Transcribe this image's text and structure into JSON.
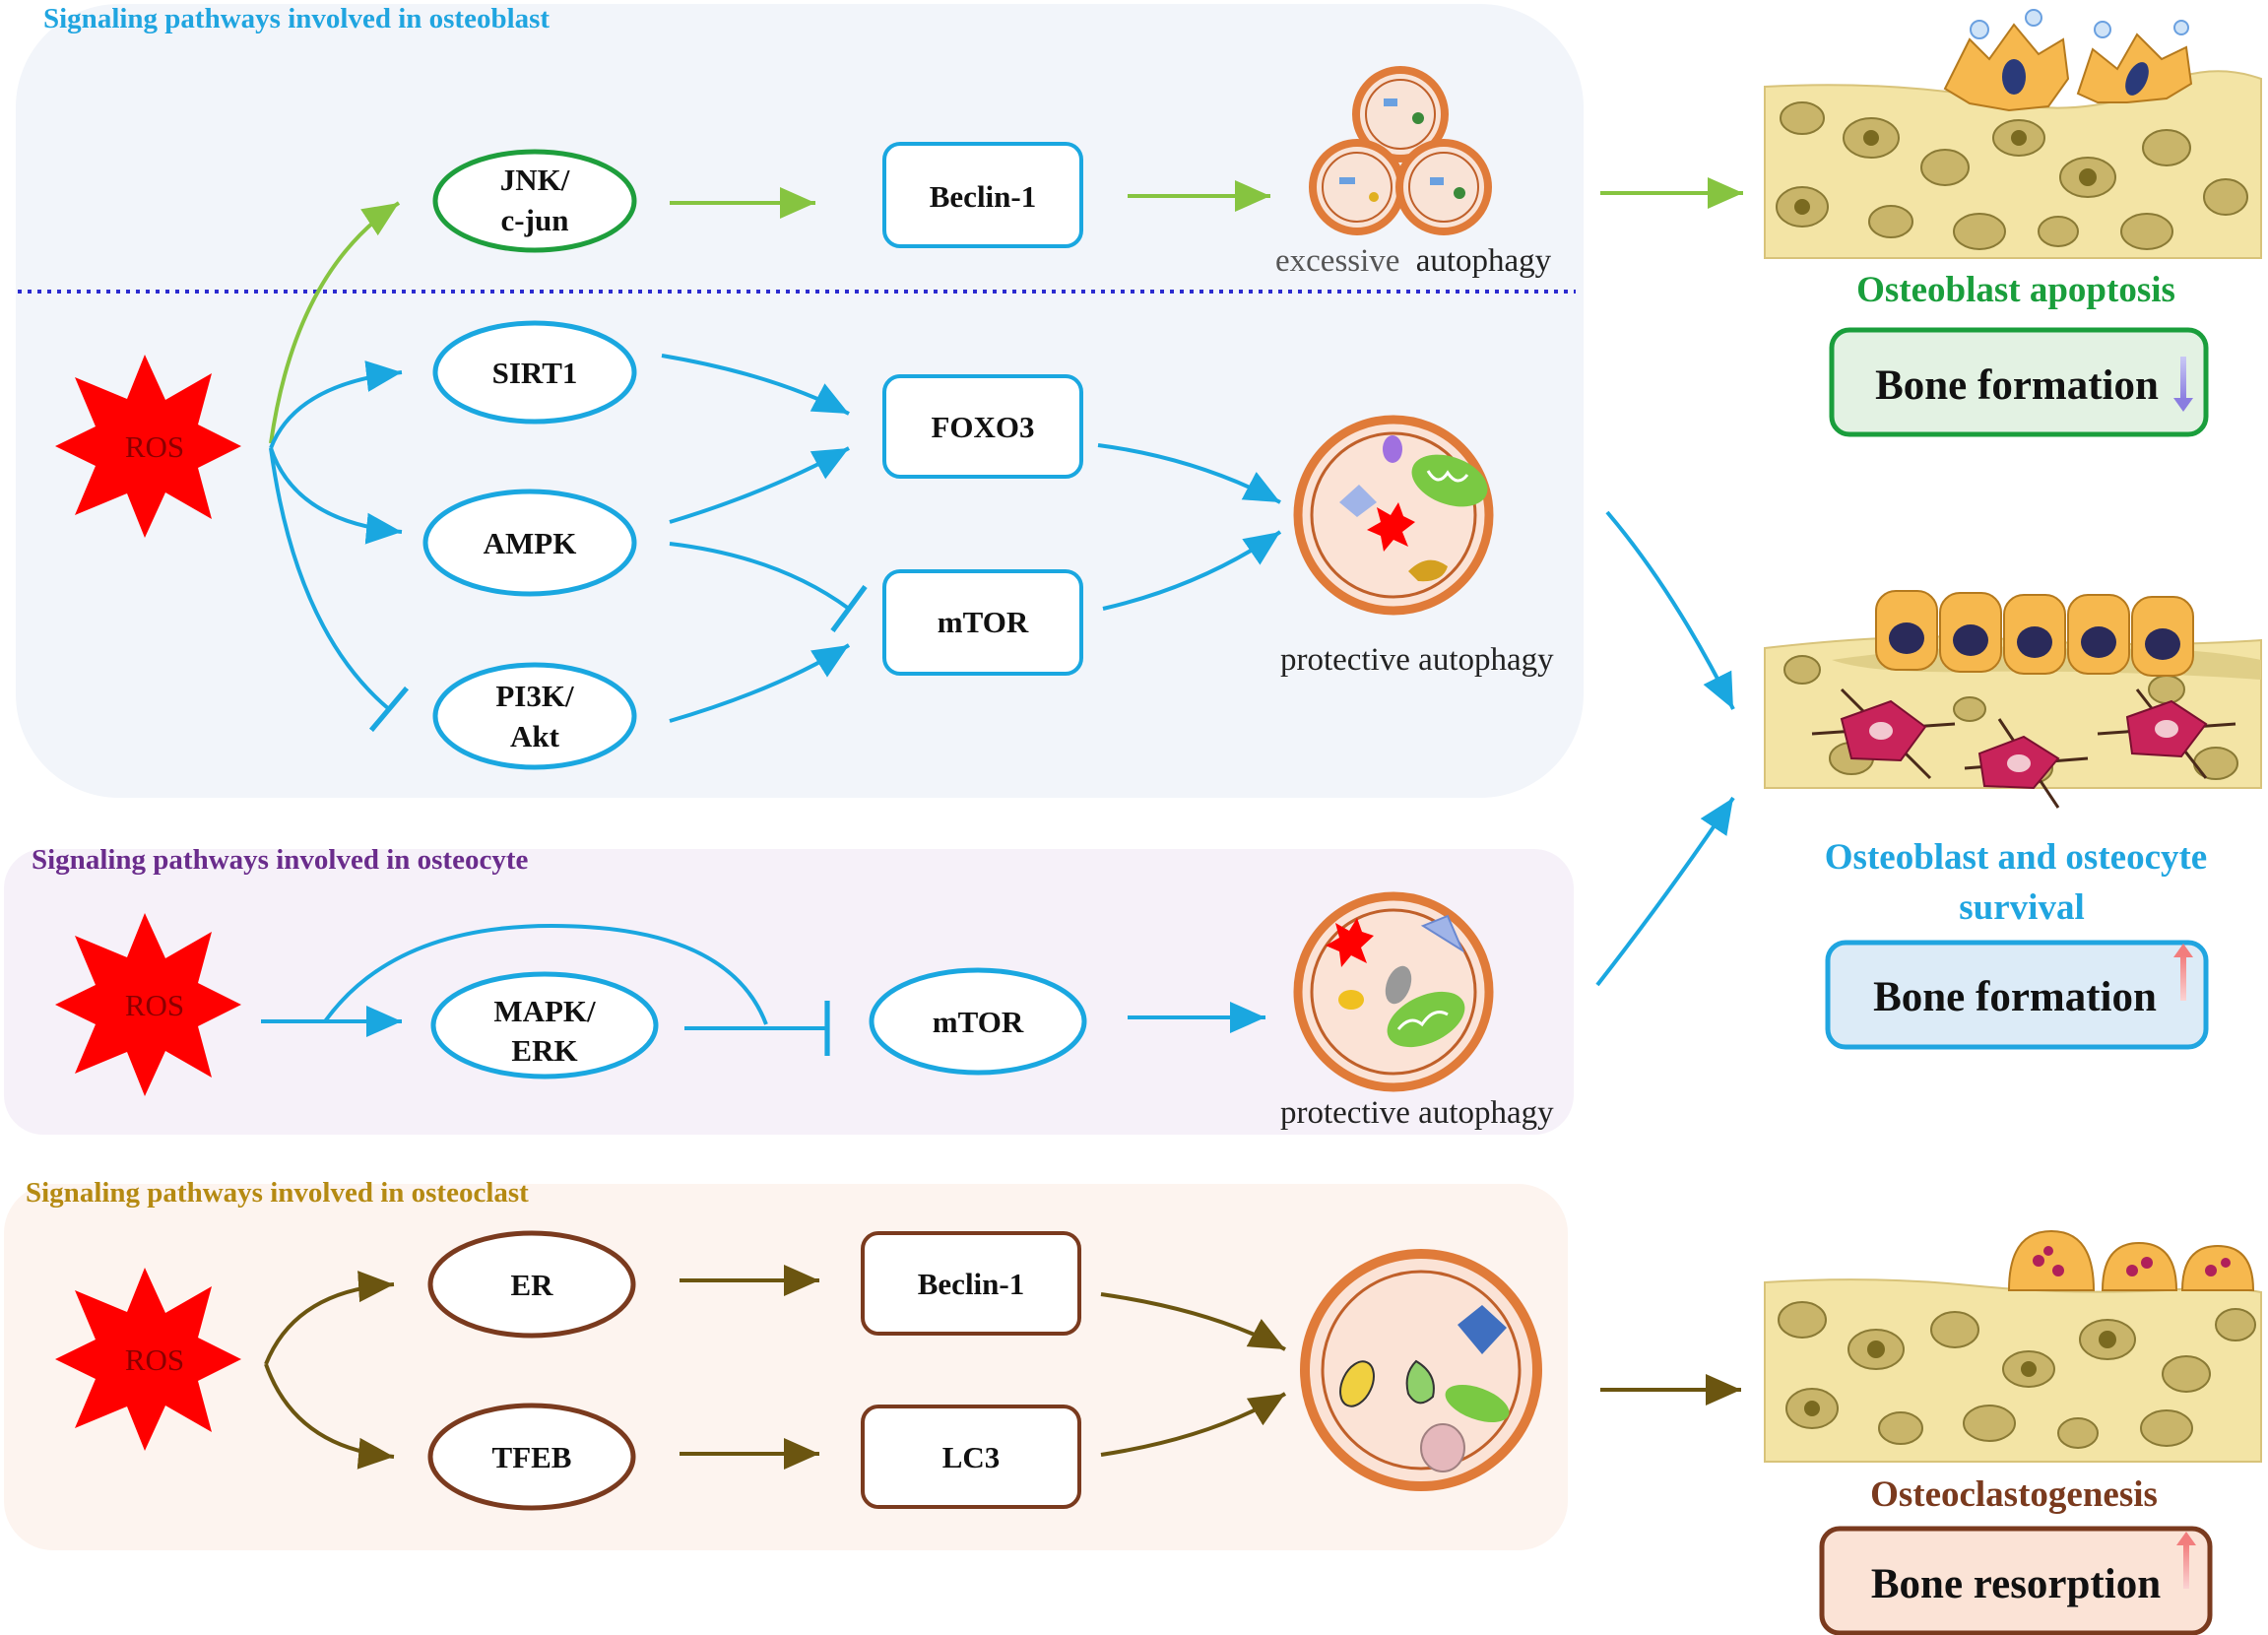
{
  "sections": {
    "osteoblast": {
      "title": "Signaling pathways involved in osteoblast"
    },
    "osteocyte": {
      "title": "Signaling pathways involved in osteocyte"
    },
    "osteoclast": {
      "title": "Signaling pathways involved in osteoclast"
    }
  },
  "nodes": {
    "ros_osteoblast": "ROS",
    "ros_osteocyte": "ROS",
    "ros_osteoclast": "ROS",
    "jnk_line1": "JNK/",
    "jnk_line2": "c-jun",
    "beclin1_osteoblast": "Beclin-1",
    "sirt1": "SIRT1",
    "ampk": "AMPK",
    "pi3k_line1": "PI3K/",
    "pi3k_line2": "Akt",
    "foxo3": "FOXO3",
    "mtor_osteoblast": "mTOR",
    "mapk_line1": "MAPK/",
    "mapk_line2": "ERK",
    "mtor_osteocyte": "mTOR",
    "er": "ER",
    "tfeb": "TFEB",
    "beclin1_osteoclast": "Beclin-1",
    "lc3": "LC3"
  },
  "captions": {
    "excessive_word1": "excessive",
    "excessive_word2": "autophagy",
    "protective_osteoblast": "protective autophagy",
    "protective_osteocyte": "protective autophagy"
  },
  "outcomes": {
    "apoptosis": {
      "title": "Osteoblast apoptosis",
      "effect": "Bone formation",
      "direction": "down"
    },
    "survival": {
      "title_line1": "Osteoblast and osteocyte",
      "title_line2": "survival",
      "effect": "Bone formation",
      "direction": "up"
    },
    "osteoclastogenesis": {
      "title": "Osteoclastogenesis",
      "effect": "Bone resorption",
      "direction": "up"
    }
  },
  "colors": {
    "blue": "#1aa7e0",
    "green_line": "#86c440",
    "green_oval": "#1e9e3c",
    "brown": "#7a3a1e",
    "olive": "#6b5510",
    "ros": "#ff0000",
    "osteoblast_title": "#20a5e0",
    "osteocyte_title": "#6a2c8c",
    "osteoclast_title": "#b58a12",
    "apoptosis_title": "#1a9e3c",
    "survival_title": "#20a5e0",
    "osteoclastogenesis_title": "#7a3a1e"
  }
}
